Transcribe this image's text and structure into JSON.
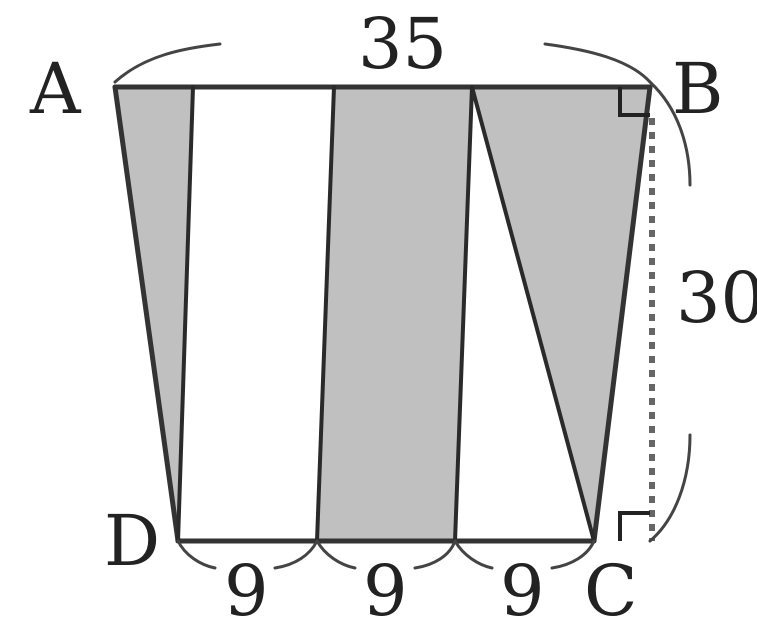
{
  "vertices": {
    "A": "A",
    "B": "B",
    "C": "C",
    "D": "D"
  },
  "measurements": {
    "top": "35",
    "height": "30",
    "bottom_segments": [
      "9",
      "9",
      "9"
    ]
  },
  "colors": {
    "shade": "#c0c0c0",
    "line": "#333333",
    "background": "#ffffff"
  }
}
